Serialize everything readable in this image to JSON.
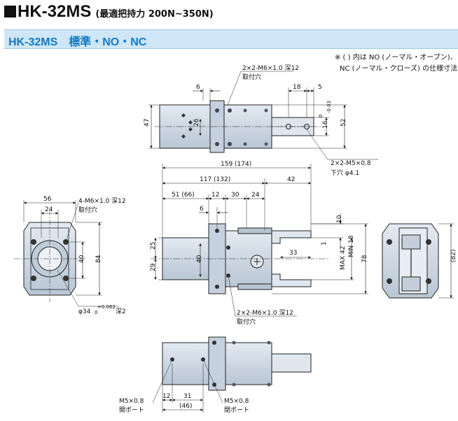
{
  "title": {
    "main": "HK-32MS",
    "sub": "(最適把持力 200N~350N)"
  },
  "subtitle": "HK-32MS　標準・NO・NC",
  "notes": [
    "※ ( ) 内は NO (ノーマル・オープン)、",
    "NC (ノーマル・クローズ) の仕様寸法です"
  ],
  "callouts": {
    "top_mount": "2×2-M6×1.0 深12",
    "top_mount_sub": "取付穴",
    "jaw_hole": "2×2-M5×0.8",
    "jaw_hole_sub": "下穴 φ4.1",
    "side_mount": "4-M6×1.0 深12",
    "side_mount_sub": "取付穴",
    "bore": "φ34",
    "bore_tol_upper": "+0.062",
    "bore_tol_lower": "0",
    "bore_depth": "深2",
    "front_mount": "2×2-M6×1.0 深12",
    "front_mount_sub": "取付穴",
    "port_left": "M5×0.8",
    "port_left_sub": "開ポート",
    "port_right": "M5×0.8",
    "port_right_sub": "閉ポート",
    "tol_upper": "0",
    "tol_lower": "-0.03"
  },
  "dims": {
    "d6a": "6",
    "d18": "18",
    "d5": "5",
    "d47": "47",
    "d26": "26",
    "d16": "16",
    "d52": "52",
    "d56": "56",
    "d24a": "24",
    "d40a": "40",
    "d84": "84",
    "d159": "159 (174)",
    "d117": "117 (132)",
    "d42": "42",
    "d51": "51 (66)",
    "d12a": "12",
    "d30": "30",
    "d24b": "24",
    "d6b": "6",
    "d10": "10",
    "d25": "25",
    "d29": "29",
    "d40b": "40",
    "d33": "33",
    "d1": "1",
    "max42": "MAX 42",
    "min18": "MIN 18",
    "d78": "78",
    "d82": "(82)",
    "d12b": "12",
    "d31": "31",
    "d46": "(46)"
  },
  "colors": {
    "body": "#d3dde8",
    "body_dark": "#b6c3d1",
    "accent_band": "#cfe6f6",
    "accent_text": "#1479c4"
  }
}
